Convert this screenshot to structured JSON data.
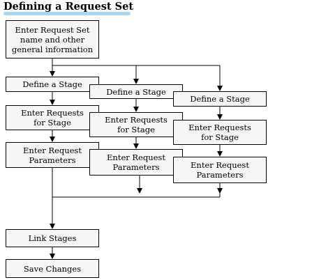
{
  "title": "Defining a Request Set",
  "boxes": {
    "enter_set_info": "Enter Request Set\nname and other\ngeneral information",
    "define_stage_1": "Define a Stage",
    "define_stage_2": "Define a Stage",
    "define_stage_3": "Define a Stage",
    "enter_requests_1": "Enter Requests\nfor Stage",
    "enter_requests_2": "Enter Requests\nfor Stage",
    "enter_requests_3": "Enter Requests\nfor Stage",
    "enter_params_1": "Enter Request\nParameters",
    "enter_params_2": "Enter Request\nParameters",
    "enter_params_3": "Enter Request\nParameters",
    "link_stages": "Link Stages",
    "save_changes": "Save Changes"
  },
  "colors": {
    "box_fill": "#f6f6f6",
    "title_underline": "#a7d8ee"
  }
}
